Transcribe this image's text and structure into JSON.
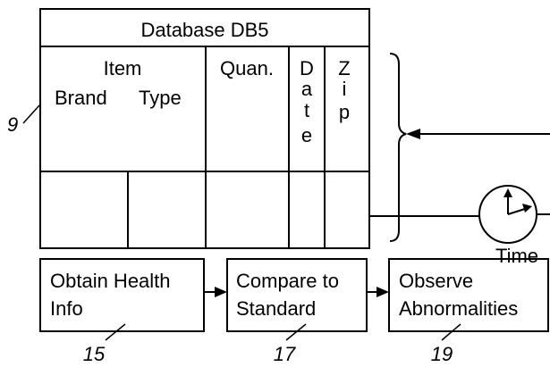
{
  "database": {
    "title": "Database DB5",
    "ref": "9",
    "item_label": "Item",
    "brand_label": "Brand",
    "type_label": "Type",
    "quan_label": "Quan.",
    "date_letters": [
      "D",
      "a",
      "t",
      "e"
    ],
    "zip_letters": [
      "Z",
      "i",
      "p"
    ]
  },
  "clock": {
    "label": "Time"
  },
  "steps": [
    {
      "line1": "Obtain Health",
      "line2": "Info",
      "ref": "15"
    },
    {
      "line1": "Compare to",
      "line2": "Standard",
      "ref": "17"
    },
    {
      "line1": "Observe",
      "line2": "Abnormalities",
      "ref": "19"
    }
  ]
}
